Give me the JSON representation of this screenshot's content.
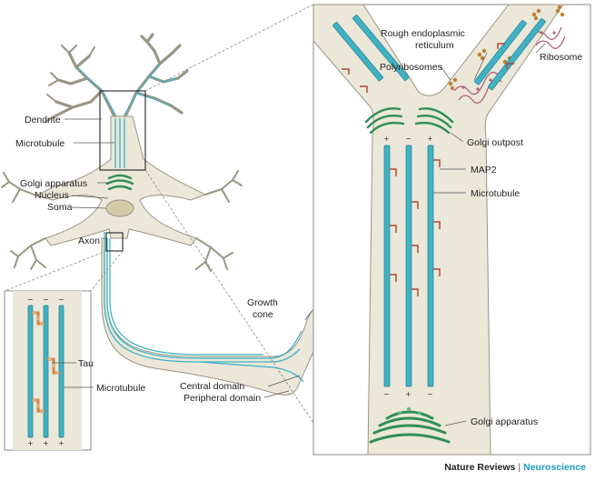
{
  "colors": {
    "cytoplasm": "#ebe7d9",
    "cell_outline": "#9a9684",
    "microtubule": "#3fb2c3",
    "microtubule_edge": "#237f8f",
    "golgi": "#2f8f57",
    "golgi_light": "#5ec07e",
    "map2": "#b04a38",
    "tau": "#c98a4e",
    "ribosome": "#b0607a",
    "polyribosome": "#b9802f",
    "leader": "#555555",
    "inset_frame": "#8a8a8a",
    "brand": "#1a9bc9"
  },
  "labels": {
    "dendrite": "Dendrite",
    "microtubule_top": "Microtubule",
    "golgi_apparatus_left": "Golgi apparatus",
    "nucleus": "Nucleus",
    "soma": "Soma",
    "axon": "Axon",
    "tau": "Tau",
    "microtubule_axon": "Microtubule",
    "growth_cone_line1": "Growth",
    "growth_cone_line2": "cone",
    "central_domain": "Central domain",
    "peripheral_domain": "Peripheral domain",
    "rer_line1": "Rough endoplasmic",
    "rer_line2": "reticulum",
    "polyribosomes": "Polyribosomes",
    "ribosome": "Ribosome",
    "golgi_outpost": "Golgi outpost",
    "map2": "MAP2",
    "microtubule_dendrite": "Microtubule",
    "golgi_apparatus_right": "Golgi apparatus"
  },
  "polarity": {
    "plus": "+",
    "minus": "−"
  },
  "footer": {
    "journal": "Nature Reviews",
    "separator": "|",
    "section": "Neuroscience"
  }
}
